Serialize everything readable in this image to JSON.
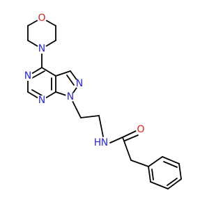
{
  "colors": {
    "background": "#ffffff",
    "carbon_bond": "#000000",
    "nitrogen": "#2a2ad8",
    "oxygen": "#e0231c"
  },
  "atoms": {
    "morpholine_oxygen": {
      "symbol": "O",
      "color": "#e0231c"
    },
    "morpholine_nitrogen": {
      "symbol": "N",
      "color": "#2a2ad8"
    },
    "pyrimidine_n3": {
      "symbol": "N",
      "color": "#2a2ad8"
    },
    "pyrimidine_n1": {
      "symbol": "N",
      "color": "#2a2ad8"
    },
    "pyrazole_n2": {
      "symbol": "N",
      "color": "#2a2ad8"
    },
    "pyrazole_n1": {
      "symbol": "N",
      "color": "#2a2ad8"
    },
    "amide_nitrogen": {
      "symbol": "N",
      "color": "#2a2ad8"
    },
    "amide_hydrogen": {
      "symbol": "H",
      "color": "#2a2ad8"
    },
    "carbonyl_oxygen": {
      "symbol": "O",
      "color": "#e0231c"
    }
  }
}
